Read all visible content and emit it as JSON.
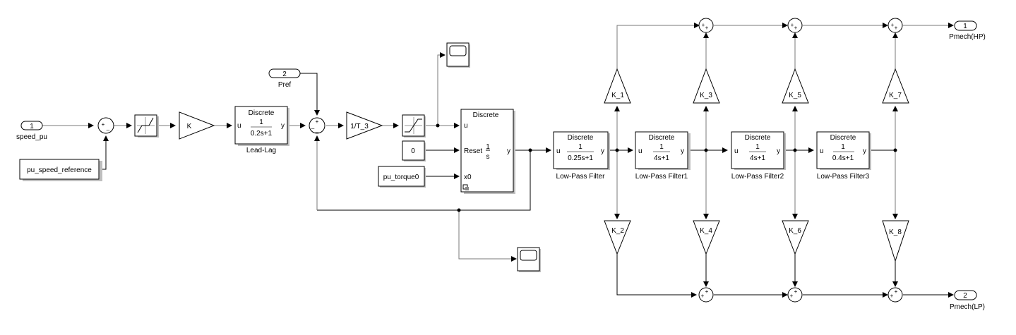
{
  "inports": [
    {
      "id": "speed_pu",
      "number": "1",
      "label": "speed_pu"
    },
    {
      "id": "pref",
      "number": "2",
      "label": "Pref"
    }
  ],
  "outports": [
    {
      "id": "pmech_hp",
      "number": "1",
      "label": "Pmech(HP)"
    },
    {
      "id": "pmech_lp",
      "number": "2",
      "label": "Pmech(LP)"
    }
  ],
  "constants": {
    "speed_reference": "pu_speed_reference",
    "reset": "0",
    "torque0": "pu_torque0"
  },
  "gains": {
    "k": "K",
    "inv_t3": "1/T_3",
    "k1": "K_1",
    "k2": "K_2",
    "k3": "K_3",
    "k4": "K_4",
    "k5": "K_5",
    "k6": "K_6",
    "k7": "K_7",
    "k8": "K_8"
  },
  "sum_signs": {
    "speed_error": [
      "+",
      "_"
    ],
    "pref_sum": [
      "+",
      "_",
      "_"
    ],
    "plus_plus": [
      "+",
      "+"
    ]
  },
  "lead_lag": {
    "title": "Discrete",
    "num": "1",
    "den": "0.2s+1",
    "in": "u",
    "out": "y",
    "name": "Lead-Lag"
  },
  "integrator": {
    "title": "Discrete",
    "in_u": "u",
    "in_reset": "Reset",
    "in_x0": "x0",
    "num": "1",
    "den": "s",
    "out": "y"
  },
  "filters": [
    {
      "title": "Discrete",
      "num": "1",
      "den": "0.25s+1",
      "in": "u",
      "out": "y",
      "name": "Low-Pass Filter"
    },
    {
      "title": "Discrete",
      "num": "1",
      "den": "4s+1",
      "in": "u",
      "out": "y",
      "name": "Low-Pass Filter1"
    },
    {
      "title": "Discrete",
      "num": "1",
      "den": "4s+1",
      "in": "u",
      "out": "y",
      "name": "Low-Pass Filter2"
    },
    {
      "title": "Discrete",
      "num": "1",
      "den": "0.4s+1",
      "in": "u",
      "out": "y",
      "name": "Low-Pass Filter3"
    }
  ]
}
